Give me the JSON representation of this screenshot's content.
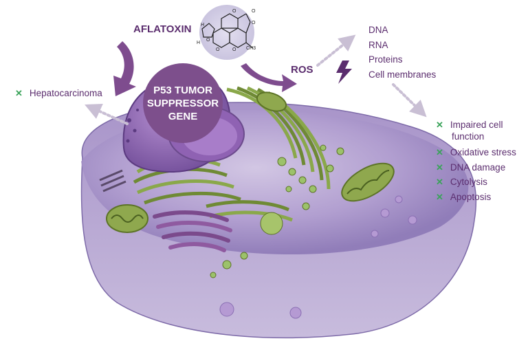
{
  "labels": {
    "aflatoxin": "AFLATOXIN",
    "ros": "ROS",
    "gene_lines": [
      "P53 TUMOR",
      "SUPPRESSOR",
      "GENE"
    ],
    "hepatocarcinoma": "Hepatocarcinoma"
  },
  "ros_targets": [
    "DNA",
    "RNA",
    "Proteins",
    "Cell membranes"
  ],
  "effects": [
    [
      "Impaired cell",
      "function"
    ],
    [
      "Oxidative stress"
    ],
    [
      "DNA damage"
    ],
    [
      "Cytolysis"
    ],
    [
      "Apoptosis"
    ]
  ],
  "molecule_atom_labels": [
    "O",
    "O",
    "O",
    "H",
    "H",
    "O",
    "O",
    "O",
    "CH3"
  ],
  "colors": {
    "text": "#5b2d6e",
    "arrow": "#7e4c8e",
    "check": "#3aa35a",
    "gene_circle": "#7d4f8c",
    "cell": "#b6a4d2",
    "organelle_green": "#7f9a3f",
    "dotted": "#c9bfd4"
  },
  "icons": [
    "lightning-bolt-icon",
    "check-x-icon"
  ]
}
